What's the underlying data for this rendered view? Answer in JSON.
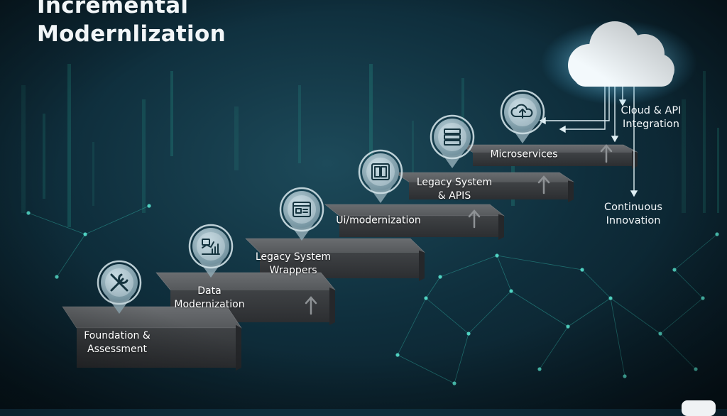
{
  "title": {
    "line1": "Incremental",
    "line2": "Modernlization"
  },
  "steps": [
    {
      "label_lines": [
        "Foundation &",
        "Assessment"
      ],
      "icon": "wrench-icon"
    },
    {
      "label_lines": [
        "Data",
        "Modernization"
      ],
      "icon": "data-chart-icon"
    },
    {
      "label_lines": [
        "Legacy System",
        "Wrappers"
      ],
      "icon": "browser-window-icon"
    },
    {
      "label_lines": [
        "Ui/modernization"
      ],
      "icon": "server-panel-icon"
    },
    {
      "label_lines": [
        "Legacy System",
        "& APIS"
      ],
      "icon": "server-stack-icon"
    },
    {
      "label_lines": [
        "Microservices"
      ],
      "icon": "cloud-upload-icon"
    }
  ],
  "side_labels": {
    "cloud_api": [
      "Cloud & API",
      "Integration"
    ],
    "continuous": [
      "Continuous",
      "Innovation"
    ]
  },
  "cloud": {
    "icon": "cloud-icon"
  },
  "colors": {
    "background": "#0f2f3d",
    "accent": "#3ee6d0",
    "step_top": "#5a5d60",
    "step_front": "#3a3c3f",
    "pin_fill": "#9eb8c3",
    "pin_ring": "#cfe0e6"
  }
}
